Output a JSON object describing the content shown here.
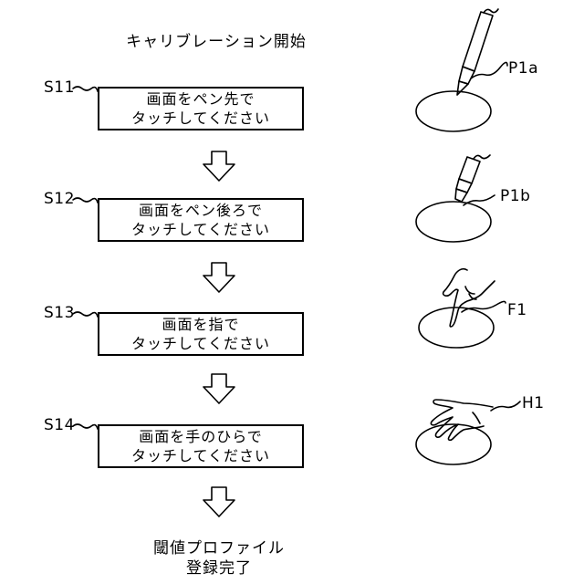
{
  "flow": {
    "start_label": "キャリブレーション開始",
    "steps": [
      {
        "id": "S11",
        "line1": "画面をペン先で",
        "line2": "タッチしてください"
      },
      {
        "id": "S12",
        "line1": "画面をペン後ろで",
        "line2": "タッチしてください"
      },
      {
        "id": "S13",
        "line1": "画面を指で",
        "line2": "タッチしてください"
      },
      {
        "id": "S14",
        "line1": "画面を手のひらで",
        "line2": "タッチしてください"
      }
    ],
    "end_label": {
      "line1": "閾値プロファイル",
      "line2": "登録完了"
    }
  },
  "illustrations": {
    "pen_tip_ref": "P1a",
    "pen_back_ref": "P1b",
    "finger_ref": "F1",
    "palm_ref": "H1"
  }
}
